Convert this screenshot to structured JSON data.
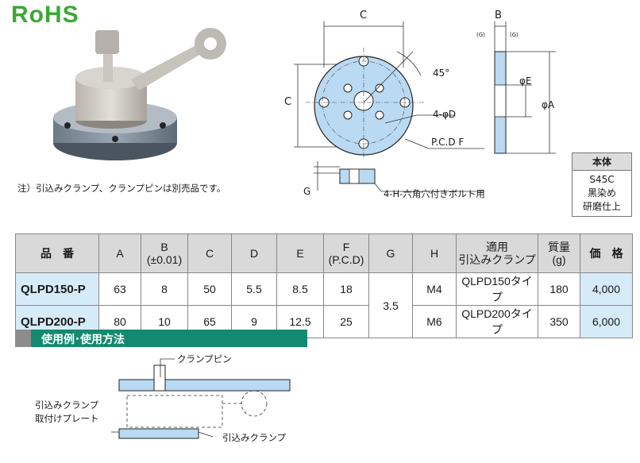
{
  "logo": {
    "text": "RoHS"
  },
  "note": {
    "text": "注）引込みクランプ、クランプピンは別売品です。"
  },
  "drawing": {
    "dim_c_top": "C",
    "dim_c_side": "C",
    "dim_b": "B",
    "angle": "45°",
    "hole_d": "4-φD",
    "pcd": "P.C.D  F",
    "dim_e": "φE",
    "dim_a": "φA",
    "dim_g": "G",
    "bolt": "4-H-六角穴付きボルト用",
    "g_mark_1": "(G)",
    "g_mark_2": "(G)"
  },
  "material": {
    "heading": "本体",
    "lines": [
      "S45C",
      "黒染め",
      "研磨仕上"
    ]
  },
  "table": {
    "headers": [
      {
        "l1": "品　番",
        "l2": ""
      },
      {
        "l1": "A",
        "l2": ""
      },
      {
        "l1": "B",
        "l2": "(±0.01)"
      },
      {
        "l1": "C",
        "l2": ""
      },
      {
        "l1": "D",
        "l2": ""
      },
      {
        "l1": "E",
        "l2": ""
      },
      {
        "l1": "F",
        "l2": "(P.C.D)"
      },
      {
        "l1": "G",
        "l2": ""
      },
      {
        "l1": "H",
        "l2": ""
      },
      {
        "l1": "適用",
        "l2": "引込みクランプ"
      },
      {
        "l1": "質量",
        "l2": "(g)"
      },
      {
        "l1": "価　格",
        "l2": ""
      }
    ],
    "rows": [
      {
        "model": "QLPD150-P",
        "a": "63",
        "b": "8",
        "c": "50",
        "d": "5.5",
        "e": "8.5",
        "f": "18",
        "h": "M4",
        "clamp": "QLPD150タイプ",
        "mass": "180",
        "price": "4,000"
      },
      {
        "model": "QLPD200-P",
        "a": "80",
        "b": "10",
        "c": "65",
        "d": "9",
        "e": "12.5",
        "f": "25",
        "h": "M6",
        "clamp": "QLPD200タイプ",
        "mass": "350",
        "price": "6,000"
      }
    ],
    "g_shared": "3.5"
  },
  "usage": {
    "title": "使用例･使用方法",
    "pin_label": "クランプピン",
    "plate_label_1": "引込みクランプ",
    "plate_label_2": "取付けプレート",
    "clamp_label": "引込みクランプ"
  }
}
